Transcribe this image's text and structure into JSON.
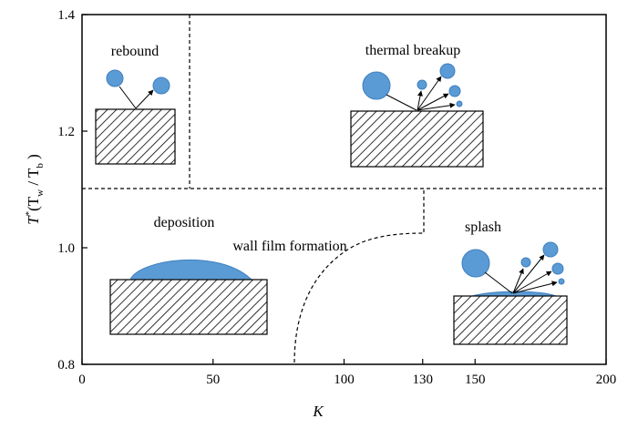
{
  "axes": {
    "x": {
      "label": "K",
      "ticks": [
        "0",
        "50",
        "100",
        "130",
        "150",
        "200"
      ],
      "tick_values": [
        0,
        50,
        100,
        130,
        150,
        200
      ],
      "range": [
        0,
        200
      ]
    },
    "y": {
      "label_parts": [
        "T",
        "*",
        "(T",
        "w",
        " / T",
        "b",
        " )"
      ],
      "ticks": [
        "0.8",
        "1.0",
        "1.2",
        "1.4"
      ],
      "tick_values": [
        0.8,
        1.0,
        1.2,
        1.4
      ],
      "range": [
        0.8,
        1.4
      ]
    }
  },
  "boundaries": {
    "horizontal_threshold_T": 1.1,
    "rebound_limit_K": 41,
    "splash_threshold_K": 130
  },
  "regions": {
    "rebound": "rebound",
    "thermal_breakup": "thermal breakup",
    "deposition": "deposition",
    "wall_film_formation": "wall film formation",
    "splash": "splash"
  },
  "colors": {
    "droplet": "#5b9bd5",
    "droplet_stroke": "#3f7fbf",
    "line": "#000000"
  }
}
